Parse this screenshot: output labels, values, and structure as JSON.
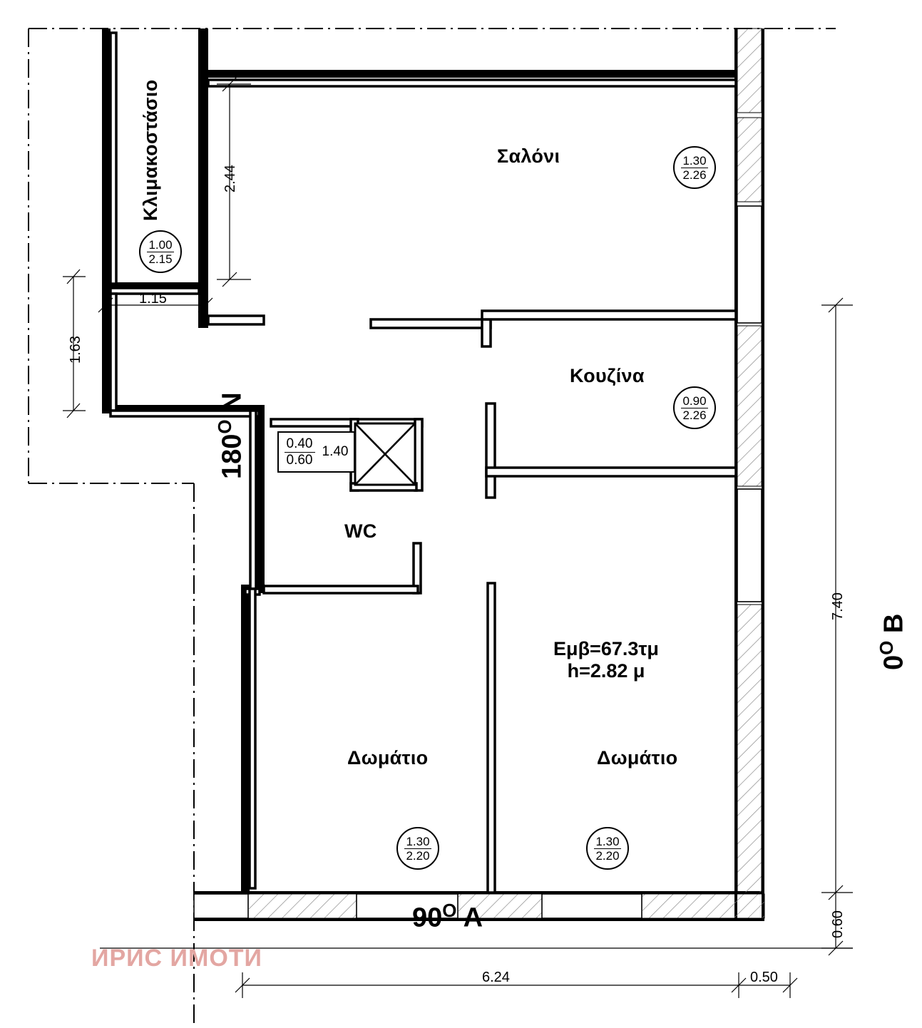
{
  "drawing": {
    "type": "architectural-floor-plan",
    "watermark": "ИРИС ИМОТИ",
    "area_note_line1": "Εμβ=67.3τμ",
    "area_note_line2": "h=2.82 μ"
  },
  "rooms": [
    {
      "id": "stairwell",
      "label": "Κλιμακοστάσιο",
      "vertical": true
    },
    {
      "id": "living",
      "label": "Σαλόνι"
    },
    {
      "id": "kitchen",
      "label": "Κουζίνα"
    },
    {
      "id": "wc",
      "label": "WC"
    },
    {
      "id": "bedroom1",
      "label": "Δωμάτιο"
    },
    {
      "id": "bedroom2",
      "label": "Δωμάτιο"
    }
  ],
  "openings": [
    {
      "id": "stair-door",
      "width": "1.00",
      "height": "2.15"
    },
    {
      "id": "living-window",
      "width": "1.30",
      "height": "2.26"
    },
    {
      "id": "kitchen-window",
      "width": "0.90",
      "height": "2.26"
    },
    {
      "id": "bedroom1-window",
      "width": "1.30",
      "height": "2.20"
    },
    {
      "id": "bedroom2-window",
      "width": "1.30",
      "height": "2.20"
    }
  ],
  "shaft": {
    "width": "0.40",
    "height": "0.60",
    "depth": "1.40"
  },
  "dimensions": {
    "top_left_vertical": "2.44",
    "left_vertical": "1.63",
    "left_horizontal": "1.15",
    "right_vertical_main": "7.40",
    "right_vertical_small": "0.60",
    "bottom_main": "6.24",
    "bottom_small": "0.50"
  },
  "orientations": {
    "north": "180",
    "north_letter": "N",
    "east": "0",
    "east_letter": "B",
    "south": "90",
    "south_letter": "A",
    "degree": "O"
  }
}
